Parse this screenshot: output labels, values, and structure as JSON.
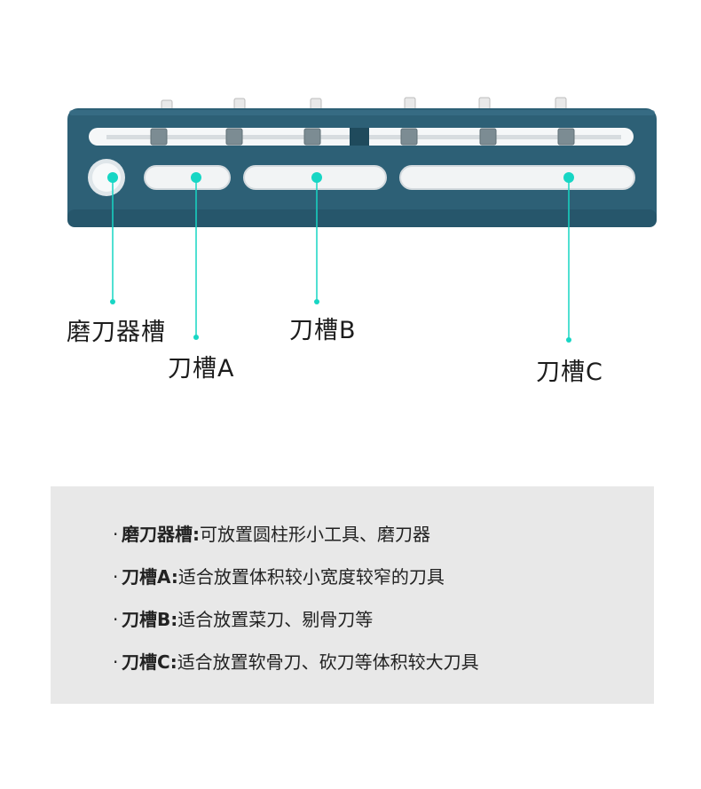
{
  "labels": {
    "sharpener": "磨刀器槽",
    "slot_a": "刀槽A",
    "slot_b": "刀槽B",
    "slot_c": "刀槽C"
  },
  "descriptions": [
    {
      "bullet": "·",
      "name": "磨刀器槽",
      "colon": ":",
      "text": "可放置圆柱形小工具、磨刀器"
    },
    {
      "bullet": "·",
      "name": "刀槽A",
      "colon": ":",
      "text": "适合放置体积较小宽度较窄的刀具"
    },
    {
      "bullet": "·",
      "name": "刀槽B",
      "colon": ":",
      "text": "适合放置菜刀、剔骨刀等"
    },
    {
      "bullet": "·",
      "name": "刀槽C",
      "colon": ":",
      "text": "适合放置软骨刀、砍刀等体积较大刀具"
    }
  ],
  "colors": {
    "holder": "#2d6076",
    "holder_dark": "#1f4a5c",
    "accent": "#17d6c4",
    "desc_bg": "#e8e8e8"
  }
}
